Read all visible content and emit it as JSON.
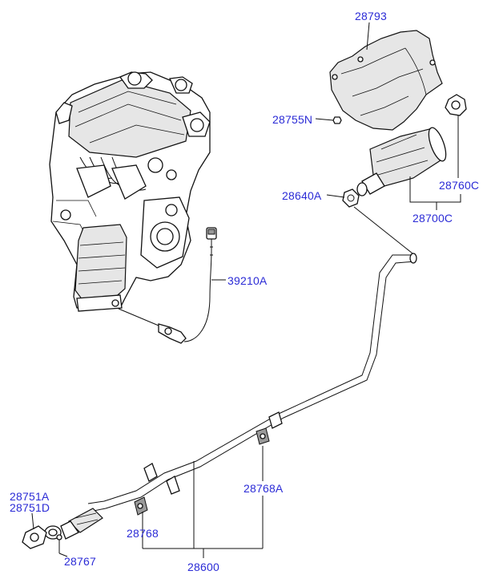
{
  "labels": {
    "p28793": "28793",
    "p28755N": "28755N",
    "p28760C": "28760C",
    "p28640A": "28640A",
    "p28700C": "28700C",
    "p39210A": "39210A",
    "p28768A": "28768A",
    "p28751A": "28751A",
    "p28751D": "28751D",
    "p28768": "28768",
    "p28767": "28767",
    "p28600": "28600"
  },
  "colors": {
    "label_text": "#2b2bd6",
    "line_art": "#111111",
    "background": "#ffffff"
  }
}
